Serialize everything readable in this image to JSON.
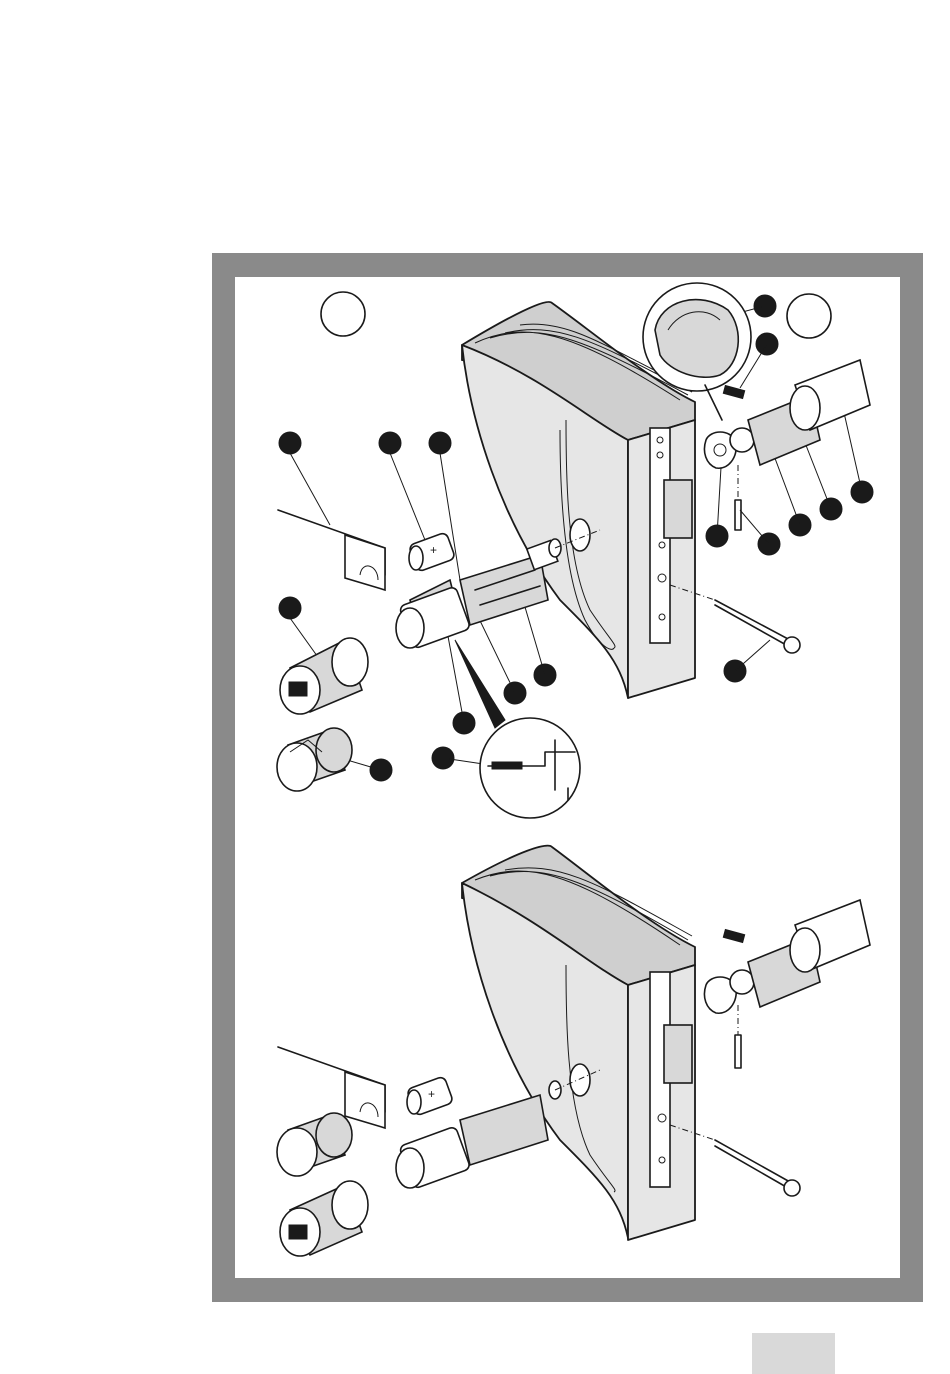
{
  "diagram": {
    "figure": "exploded-assembly",
    "colors": {
      "frame": "#8a8a8a",
      "door": "#e6e6e6",
      "ink": "#1a1a1a",
      "tab": "#d9d9d9"
    },
    "views": [
      {
        "id": "top",
        "callouts": 18,
        "step_markers": 2
      },
      {
        "id": "bottom",
        "callouts": 0
      }
    ],
    "page_number": ""
  }
}
